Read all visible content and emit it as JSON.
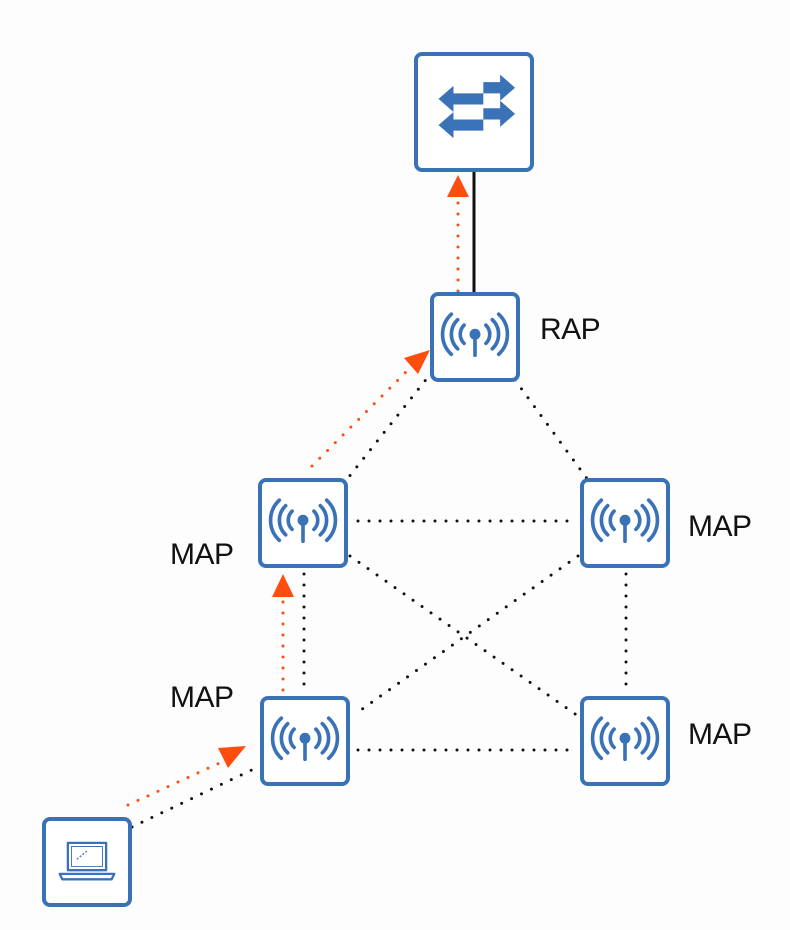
{
  "diagram": {
    "title": "Wireless mesh network path",
    "colors": {
      "node_border": "#3a72b8",
      "icon": "#3a72b8",
      "link_mesh": "#111111",
      "link_wired": "#111111",
      "traffic_path": "#ff4d0f",
      "background": "#fdfdfd"
    },
    "nodes": [
      {
        "id": "switch",
        "type": "switch",
        "label": ""
      },
      {
        "id": "rap",
        "type": "access-point",
        "label": "RAP"
      },
      {
        "id": "map_mid_left",
        "type": "access-point",
        "label": "MAP"
      },
      {
        "id": "map_mid_right",
        "type": "access-point",
        "label": "MAP"
      },
      {
        "id": "map_bot_left",
        "type": "access-point",
        "label": "MAP"
      },
      {
        "id": "map_bot_right",
        "type": "access-point",
        "label": "MAP"
      },
      {
        "id": "client",
        "type": "laptop",
        "label": ""
      }
    ],
    "links": [
      {
        "from": "switch",
        "to": "rap",
        "style": "wired"
      },
      {
        "from": "rap",
        "to": "map_mid_left",
        "style": "mesh"
      },
      {
        "from": "rap",
        "to": "map_mid_right",
        "style": "mesh"
      },
      {
        "from": "map_mid_left",
        "to": "map_mid_right",
        "style": "mesh"
      },
      {
        "from": "map_mid_left",
        "to": "map_bot_left",
        "style": "mesh"
      },
      {
        "from": "map_mid_left",
        "to": "map_bot_right",
        "style": "mesh"
      },
      {
        "from": "map_mid_right",
        "to": "map_bot_left",
        "style": "mesh"
      },
      {
        "from": "map_mid_right",
        "to": "map_bot_right",
        "style": "mesh"
      },
      {
        "from": "map_bot_left",
        "to": "map_bot_right",
        "style": "mesh"
      },
      {
        "from": "client",
        "to": "map_bot_left",
        "style": "mesh"
      }
    ],
    "traffic_path": [
      "client",
      "map_bot_left",
      "map_mid_left",
      "rap",
      "switch"
    ]
  }
}
